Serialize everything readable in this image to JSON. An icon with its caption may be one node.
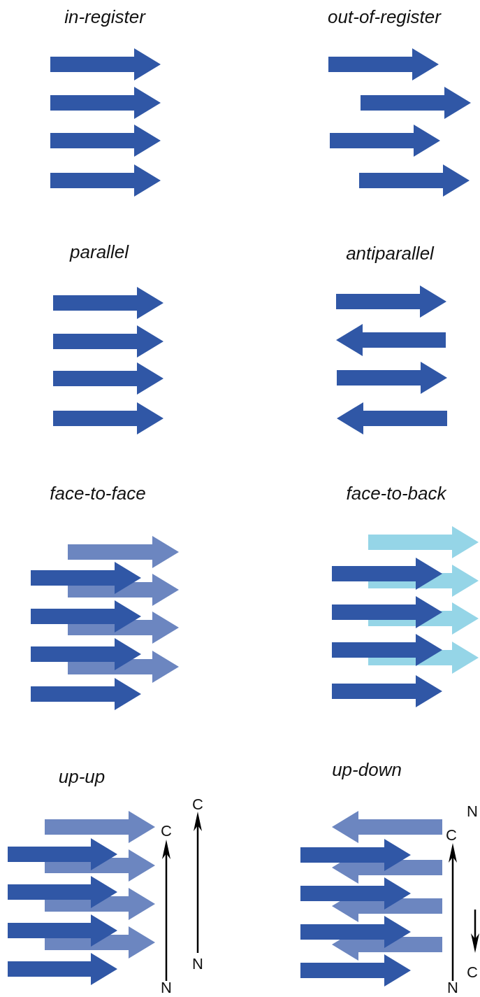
{
  "diagram": {
    "labels": [
      "in-register",
      "out-of-register",
      "parallel",
      "antiparallel",
      "face-to-face",
      "face-to-back",
      "up-up",
      "up-down",
      "C",
      "N",
      "C",
      "C",
      "N",
      "C",
      "N",
      "N"
    ]
  }
}
